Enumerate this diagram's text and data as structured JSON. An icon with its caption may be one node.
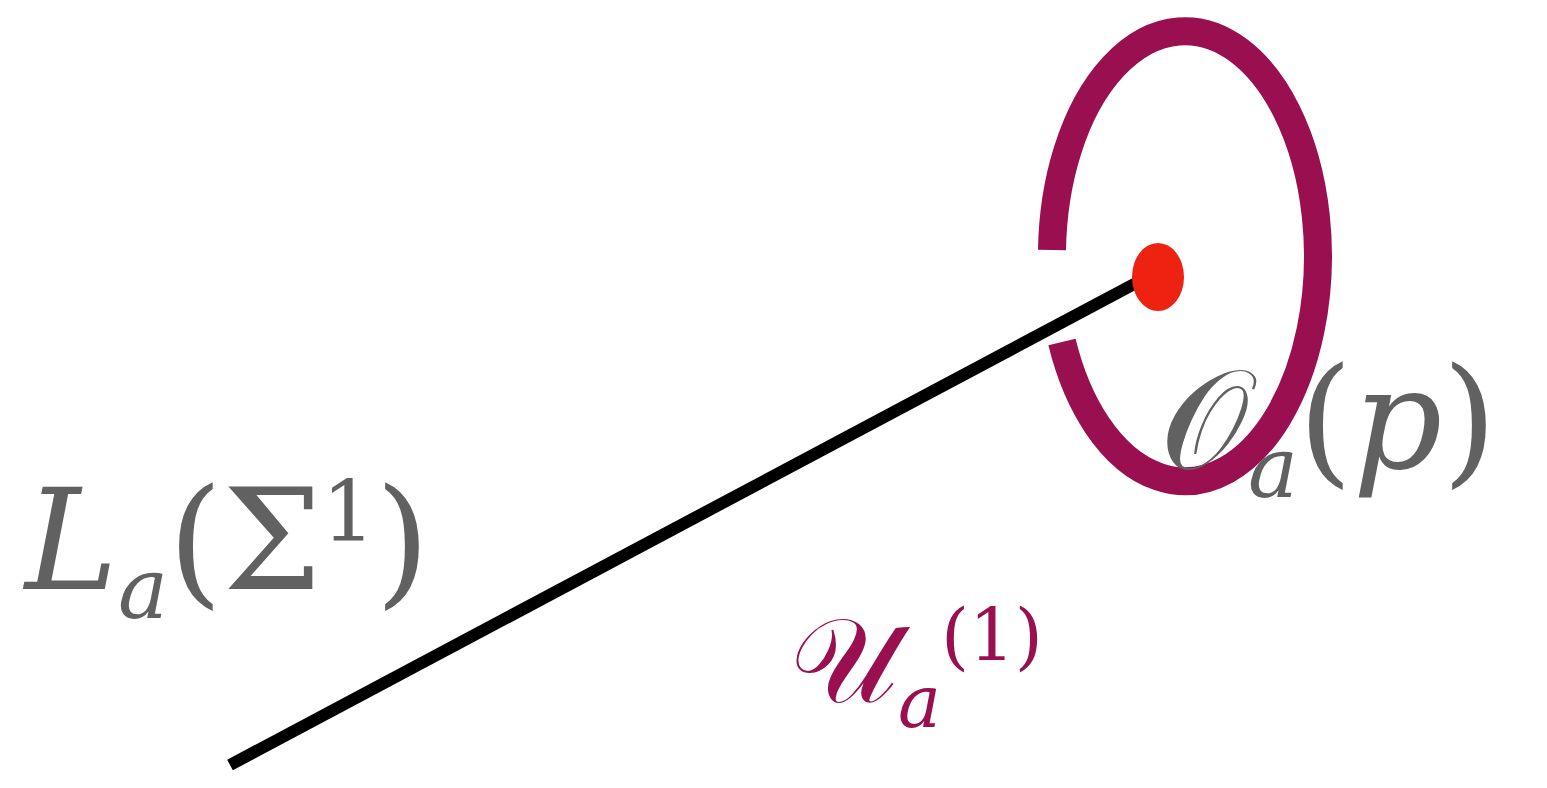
{
  "diagram": {
    "labels": [
      "*L*$_{a}$(Σ$^{1}$)",
      "𝒪$_{a}$(*p*)",
      "𝒰$_{a}$$^{(1)}$"
    ]
  }
}
